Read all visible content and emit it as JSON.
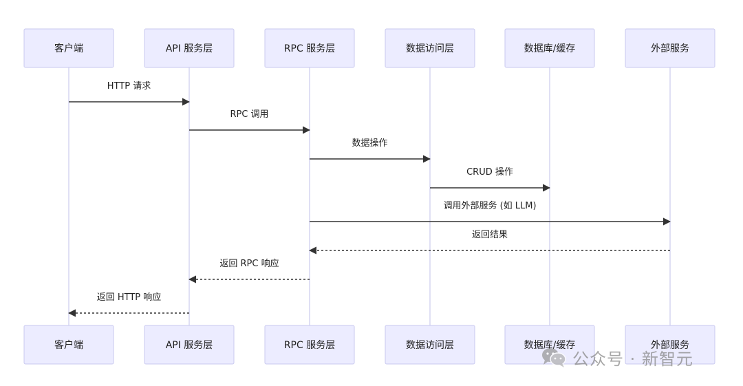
{
  "participants": [
    {
      "id": "client",
      "label": "客户端"
    },
    {
      "id": "api",
      "label": "API 服务层"
    },
    {
      "id": "rpc",
      "label": "RPC 服务层"
    },
    {
      "id": "dal",
      "label": "数据访问层"
    },
    {
      "id": "db",
      "label": "数据库/缓存"
    },
    {
      "id": "ext",
      "label": "外部服务"
    }
  ],
  "messages": [
    {
      "from": "client",
      "to": "api",
      "label": "HTTP 请求",
      "style": "solid"
    },
    {
      "from": "api",
      "to": "rpc",
      "label": "RPC 调用",
      "style": "solid"
    },
    {
      "from": "rpc",
      "to": "dal",
      "label": "数据操作",
      "style": "solid"
    },
    {
      "from": "dal",
      "to": "db",
      "label": "CRUD 操作",
      "style": "solid"
    },
    {
      "from": "rpc",
      "to": "ext",
      "label": "调用外部服务 (如 LLM)",
      "style": "solid"
    },
    {
      "from": "ext",
      "to": "rpc",
      "label": "返回结果",
      "style": "dashed"
    },
    {
      "from": "rpc",
      "to": "api",
      "label": "返回 RPC 响应",
      "style": "dashed"
    },
    {
      "from": "api",
      "to": "client",
      "label": "返回 HTTP 响应",
      "style": "dashed"
    }
  ],
  "colors": {
    "actor_fill": "#ececff",
    "actor_stroke": "#c9c9ef",
    "lifeline": "#d6d6f0",
    "arrow": "#333333"
  },
  "watermark": {
    "icon": "wechat-icon",
    "text": "公众号 · 新智元"
  }
}
